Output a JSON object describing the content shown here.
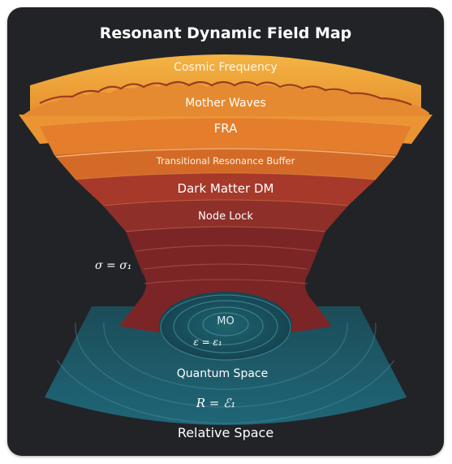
{
  "title": "Resonant Dynamic Field Map",
  "layers": {
    "cosmic_frequency": "Cosmic Frequency",
    "mother_waves": "Mother Waves",
    "fra": "FRA",
    "transitional_buffer": "Transitional Resonance Buffer",
    "dark_matter": "Dark Matter DM",
    "node_lock": "Node Lock",
    "mo": "MO",
    "quantum_space": "Quantum Space",
    "relative_space": "Relative Space"
  },
  "equations": {
    "sigma": "σ = σ₁",
    "epsilon": "ε = ε₁",
    "r": "R = ℰ₁"
  },
  "colors": {
    "background": "#212327",
    "orange_top": "#f2a83c",
    "orange_mid": "#e07a2a",
    "red_dark": "#7e2424",
    "teal": "#1f5a66",
    "teal_dark": "#173d48"
  }
}
